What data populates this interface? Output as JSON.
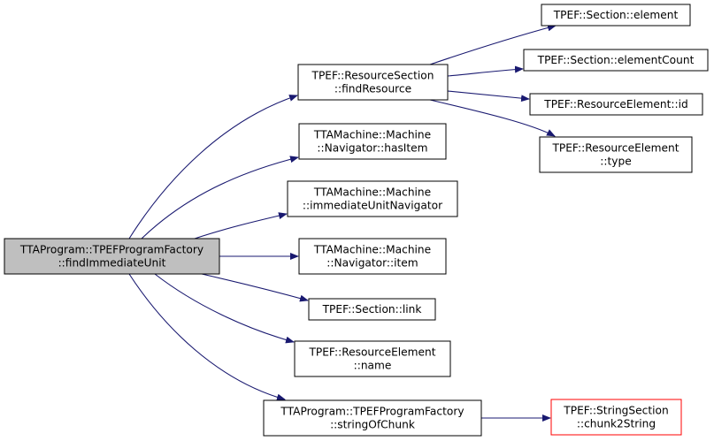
{
  "nodes": [
    {
      "id": "root",
      "lines": [
        "TTAProgram::TPEFProgramFactory",
        "::findImmediateUnit"
      ],
      "style": "root"
    },
    {
      "id": "findResource",
      "lines": [
        "TPEF::ResourceSection",
        "::findResource"
      ],
      "style": "normal"
    },
    {
      "id": "hasItem",
      "lines": [
        "TTAMachine::Machine",
        "::Navigator::hasItem"
      ],
      "style": "normal"
    },
    {
      "id": "immediateUnitNavigator",
      "lines": [
        "TTAMachine::Machine",
        "::immediateUnitNavigator"
      ],
      "style": "normal"
    },
    {
      "id": "item",
      "lines": [
        "TTAMachine::Machine",
        "::Navigator::item"
      ],
      "style": "normal"
    },
    {
      "id": "link",
      "lines": [
        "TPEF::Section::link"
      ],
      "style": "normal"
    },
    {
      "id": "name",
      "lines": [
        "TPEF::ResourceElement",
        "::name"
      ],
      "style": "normal"
    },
    {
      "id": "stringOfChunk",
      "lines": [
        "TTAProgram::TPEFProgramFactory",
        "::stringOfChunk"
      ],
      "style": "normal"
    },
    {
      "id": "element",
      "lines": [
        "TPEF::Section::element"
      ],
      "style": "normal"
    },
    {
      "id": "elementCount",
      "lines": [
        "TPEF::Section::elementCount"
      ],
      "style": "normal"
    },
    {
      "id": "re_id",
      "lines": [
        "TPEF::ResourceElement::id"
      ],
      "style": "normal"
    },
    {
      "id": "re_type",
      "lines": [
        "TPEF::ResourceElement",
        "::type"
      ],
      "style": "normal"
    },
    {
      "id": "chunk2String",
      "lines": [
        "TPEF::StringSection",
        "::chunk2String"
      ],
      "style": "highlight"
    }
  ],
  "edges": [
    {
      "from": "root",
      "to": "findResource"
    },
    {
      "from": "root",
      "to": "hasItem"
    },
    {
      "from": "root",
      "to": "immediateUnitNavigator"
    },
    {
      "from": "root",
      "to": "item"
    },
    {
      "from": "root",
      "to": "link"
    },
    {
      "from": "root",
      "to": "name"
    },
    {
      "from": "root",
      "to": "stringOfChunk"
    },
    {
      "from": "findResource",
      "to": "element"
    },
    {
      "from": "findResource",
      "to": "elementCount"
    },
    {
      "from": "findResource",
      "to": "re_id"
    },
    {
      "from": "findResource",
      "to": "re_type"
    },
    {
      "from": "stringOfChunk",
      "to": "chunk2String"
    }
  ],
  "colors": {
    "edge": "#191970",
    "root_fill": "#bfbfbf",
    "box_stroke": "#000000",
    "highlight_stroke": "#ff0000",
    "box_fill": "#ffffff"
  }
}
